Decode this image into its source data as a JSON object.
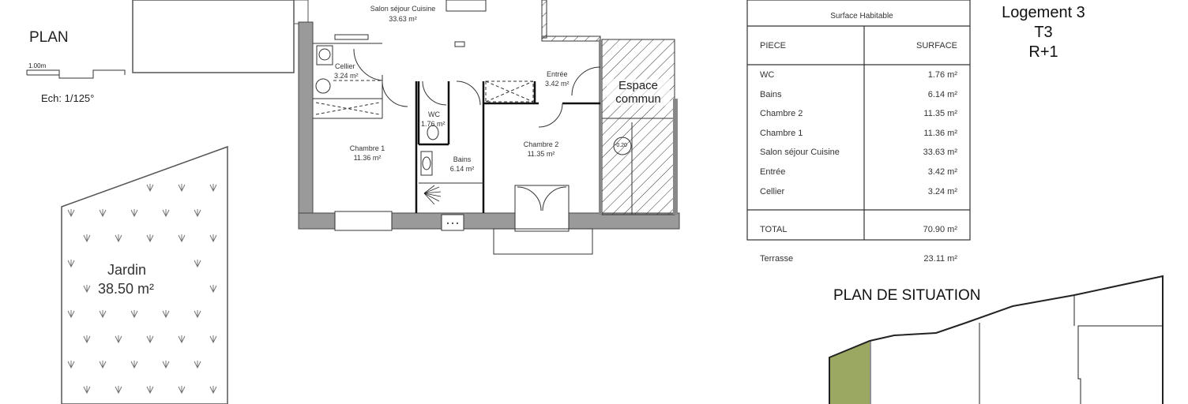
{
  "plan": {
    "title": "PLAN",
    "scale_bar_label": "1.00m",
    "scale": "Ech: 1/125°"
  },
  "rooms": {
    "salon": {
      "name": "Salon séjour Cuisine",
      "area": "33.63   m²"
    },
    "cellier": {
      "name": "Cellier",
      "area": "3.24 m²"
    },
    "entree": {
      "name": "Entrée",
      "area": "3.42 m²"
    },
    "wc": {
      "name": "WC",
      "area": "1.76 m²"
    },
    "chambre1": {
      "name": "Chambre 1",
      "area": "11.36 m²"
    },
    "bains": {
      "name": "Bains",
      "area": "6.14 m²"
    },
    "chambre2": {
      "name": "Chambre 2",
      "area": "11.35 m²"
    },
    "espace_commun": "Espace commun",
    "level_mark": "-0.20"
  },
  "jardin": {
    "name": "Jardin",
    "area": "38.50 m²"
  },
  "surface_table": {
    "title": "Surface Habitable",
    "headers": [
      "PIECE",
      "SURFACE"
    ],
    "rows": [
      {
        "piece": "WC",
        "surface": "1.76 m²"
      },
      {
        "piece": "Bains",
        "surface": "6.14 m²"
      },
      {
        "piece": "Chambre 2",
        "surface": "11.35 m²"
      },
      {
        "piece": "Chambre 1",
        "surface": "11.36 m²"
      },
      {
        "piece": "Salon séjour Cuisine",
        "surface": "33.63 m²"
      },
      {
        "piece": "Entrée",
        "surface": "3.42 m²"
      },
      {
        "piece": "Cellier",
        "surface": "3.24 m²"
      }
    ],
    "total": {
      "label": "TOTAL",
      "value": "70.90 m²"
    },
    "terrasse": {
      "label": "Terrasse",
      "value": "23.11 m²"
    }
  },
  "logement": {
    "name": "Logement 3",
    "type": "T3",
    "level": "R+1"
  },
  "situation": {
    "title": "PLAN DE SITUATION",
    "highlight_color": "#9aa861"
  }
}
